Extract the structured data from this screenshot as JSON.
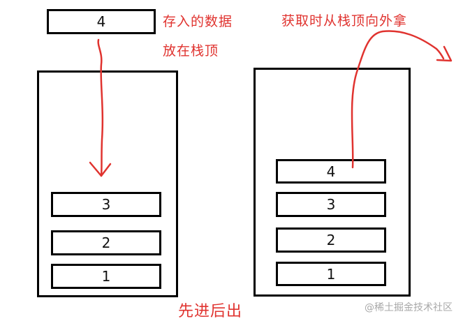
{
  "incoming_item": {
    "label": "4"
  },
  "push_note": {
    "line1": "存入的数据",
    "line2": "放在栈顶"
  },
  "pop_note": {
    "text": "获取时从栈顶向外拿"
  },
  "left_stack": {
    "items": [
      "3",
      "2",
      "1"
    ]
  },
  "right_stack": {
    "items": [
      "4",
      "3",
      "2",
      "1"
    ]
  },
  "caption": "先进后出",
  "watermark": "@稀土掘金技术社区",
  "colors": {
    "annotation": "#e0332f",
    "border": "#000000",
    "watermark": "#a8a8a8"
  }
}
